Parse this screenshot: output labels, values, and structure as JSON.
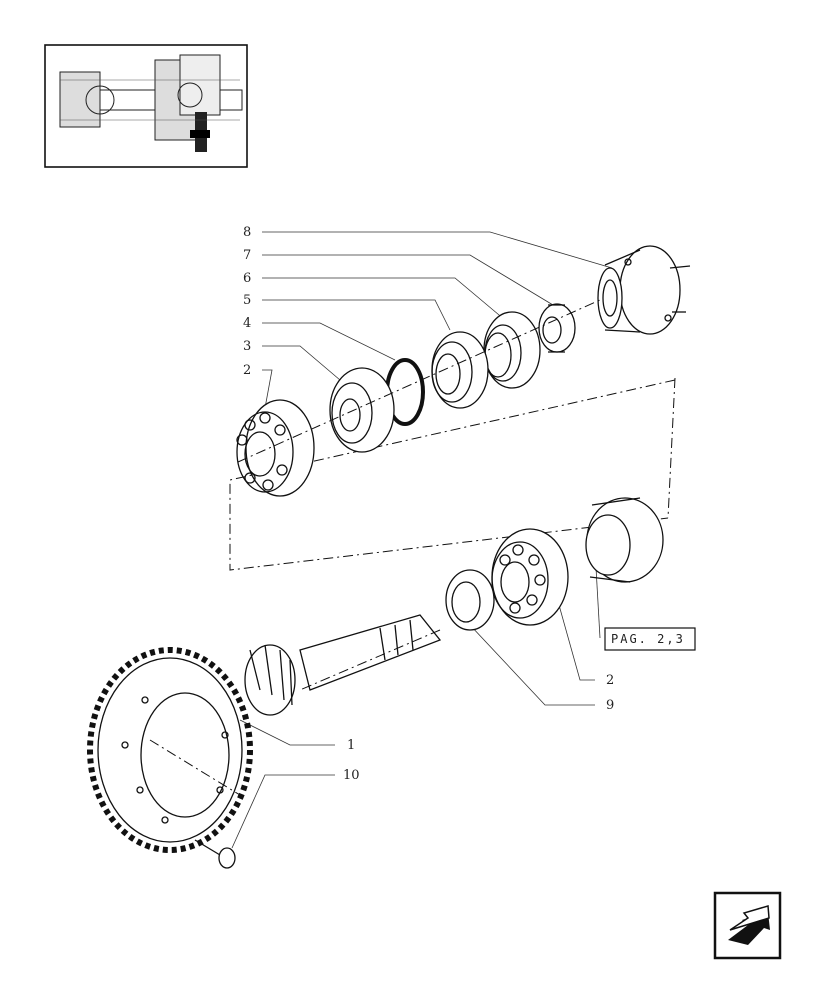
{
  "callouts": [
    {
      "id": "c8",
      "text": "8"
    },
    {
      "id": "c7",
      "text": "7"
    },
    {
      "id": "c6",
      "text": "6"
    },
    {
      "id": "c5",
      "text": "5"
    },
    {
      "id": "c4",
      "text": "4"
    },
    {
      "id": "c3",
      "text": "3"
    },
    {
      "id": "c2a",
      "text": "2"
    },
    {
      "id": "c2b",
      "text": "2"
    },
    {
      "id": "c9",
      "text": "9"
    },
    {
      "id": "c1",
      "text": "1"
    },
    {
      "id": "c10",
      "text": "10"
    }
  ],
  "page_reference": "PAG. 2,3",
  "nav": {
    "icon": "back-arrow-icon"
  }
}
